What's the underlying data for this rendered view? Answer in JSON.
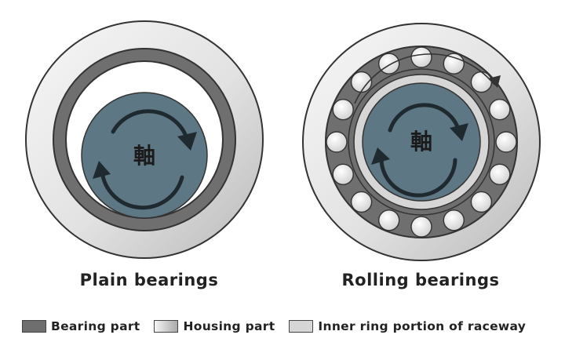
{
  "diagram": {
    "left": {
      "title": "Plain bearings",
      "shaft_label": "軸"
    },
    "right": {
      "title": "Rolling bearings",
      "shaft_label": "軸",
      "ball_count": 16
    }
  },
  "legend": [
    {
      "label": "Bearing part",
      "swatch": "bearing"
    },
    {
      "label": "Housing part",
      "swatch": "housing"
    },
    {
      "label": "Inner ring portion of raceway",
      "swatch": "inner"
    }
  ],
  "colors": {
    "bearing": "#6f6f6f",
    "housing_light": "#f4f4f4",
    "housing_dark": "#bdbdbd",
    "inner_ring": "#d6d6d6",
    "shaft": "#5d7785",
    "outline": "#333333"
  }
}
